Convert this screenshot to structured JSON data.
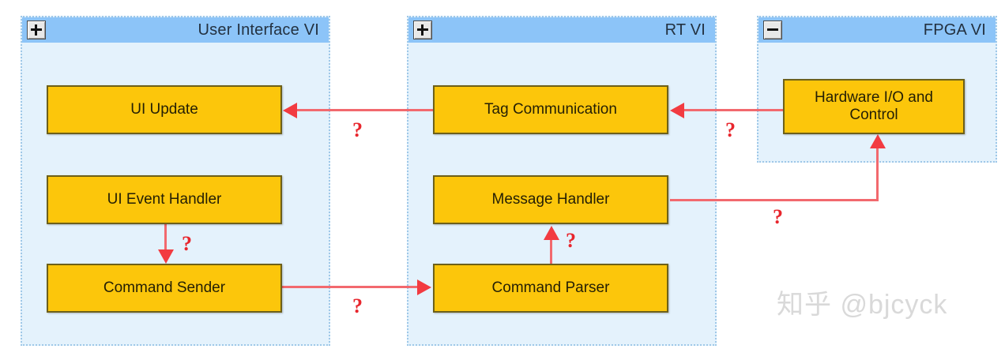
{
  "diagram": {
    "title": "LabVIEW Real-Time / FPGA architecture block diagram",
    "colors": {
      "panel_header": "#8cc4f8",
      "panel_body": "#e4f2fc",
      "panel_border": "#9fc8e8",
      "process_fill": "#FCC60B",
      "process_border": "#6d6019",
      "connector": "#f23b41",
      "question_mark": "#e8262d",
      "watermark": "#d9d9d9"
    },
    "panels": [
      {
        "id": "user-interface-vi",
        "title": "User Interface VI",
        "toggle": {
          "icon": "plus-icon",
          "state": "+"
        },
        "boxes": [
          {
            "id": "ui-update",
            "label": "UI Update"
          },
          {
            "id": "ui-event-handler",
            "label": "UI Event Handler"
          },
          {
            "id": "command-sender",
            "label": "Command Sender"
          }
        ]
      },
      {
        "id": "rt-vi",
        "title": "RT VI",
        "toggle": {
          "icon": "plus-icon",
          "state": "+"
        },
        "boxes": [
          {
            "id": "tag-communication",
            "label": "Tag Communication"
          },
          {
            "id": "message-handler",
            "label": "Message Handler"
          },
          {
            "id": "command-parser",
            "label": "Command Parser"
          }
        ]
      },
      {
        "id": "fpga-vi",
        "title": "FPGA VI",
        "toggle": {
          "icon": "minus-icon",
          "state": "–"
        },
        "boxes": [
          {
            "id": "hardware-io-and-control",
            "label": "Hardware I/O and Control",
            "line1": "Hardware I/O and",
            "line2": "Control"
          }
        ]
      }
    ],
    "connections": [
      {
        "id": "tag-to-ui-update",
        "from": "tag-communication",
        "to": "ui-update",
        "direction": "left",
        "label": "?"
      },
      {
        "id": "hardware-to-tag",
        "from": "hardware-io-and-control",
        "to": "tag-communication",
        "direction": "left",
        "label": "?"
      },
      {
        "id": "event-to-sender",
        "from": "ui-event-handler",
        "to": "command-sender",
        "direction": "down",
        "label": "?"
      },
      {
        "id": "sender-to-parser",
        "from": "command-sender",
        "to": "command-parser",
        "direction": "right",
        "label": "?"
      },
      {
        "id": "parser-to-message",
        "from": "command-parser",
        "to": "message-handler",
        "direction": "up",
        "label": "?"
      },
      {
        "id": "message-to-hardware",
        "from": "message-handler",
        "to": "hardware-io-and-control",
        "direction": "elbow-up",
        "label": "?"
      }
    ],
    "watermark": "知乎 @bjcyck"
  }
}
